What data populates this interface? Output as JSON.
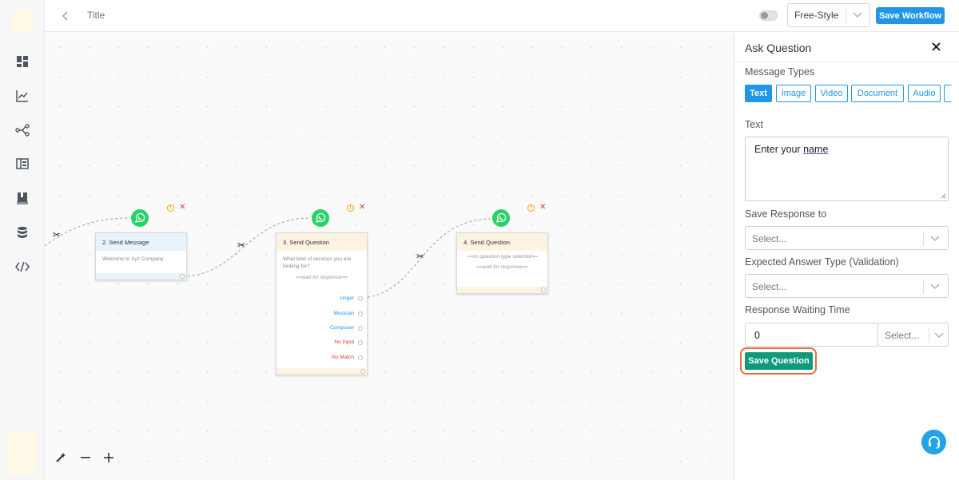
{
  "header": {
    "title": "Title",
    "style_select": "Free-Style",
    "save_workflow": "Save Workflow"
  },
  "sidebar": {
    "items": [
      {
        "icon": "dashboard-icon"
      },
      {
        "icon": "analytics-icon"
      },
      {
        "icon": "workflow-icon"
      },
      {
        "icon": "layout-icon"
      },
      {
        "icon": "book-icon"
      },
      {
        "icon": "database-icon"
      },
      {
        "icon": "code-icon"
      }
    ]
  },
  "canvas": {
    "nodes": [
      {
        "title": "2. Send Message",
        "body": "Welcome to Xyz Company",
        "header_color": "#e8f3fb"
      },
      {
        "title": "3. Send Question",
        "body": "What kind of services you are looking for?",
        "wait": "==wait for response==",
        "options": [
          {
            "label": "singer",
            "color": "#2196e8"
          },
          {
            "label": "Musician",
            "color": "#2196e8"
          },
          {
            "label": "Composer",
            "color": "#2196e8"
          },
          {
            "label": "No Input",
            "color": "#e53935"
          },
          {
            "label": "No Match",
            "color": "#e53935"
          }
        ],
        "header_color": "#fdf3e1"
      },
      {
        "title": "4. Send Question",
        "body": "==no question type selected==",
        "wait": "==wait for response==",
        "header_color": "#fdf3e1"
      }
    ]
  },
  "panel": {
    "title": "Ask Question",
    "message_types_label": "Message Types",
    "message_types": [
      "Text",
      "Image",
      "Video",
      "Document",
      "Audio"
    ],
    "active_type": "Text",
    "text_label": "Text",
    "text_value_prefix": "Enter your ",
    "text_value_underlined": "name",
    "save_response_label": "Save Response to",
    "save_response_placeholder": "Select...",
    "expected_answer_label": "Expected Answer Type (Validation)",
    "expected_answer_placeholder": "Select...",
    "waiting_time_label": "Response Waiting Time",
    "waiting_time_value": "0",
    "waiting_unit_placeholder": "Select...",
    "save_question": "Save Question"
  },
  "colors": {
    "primary": "#2196e8",
    "save_question": "#0f9b7a",
    "highlight_ring": "#ee6b39",
    "whatsapp": "#25d366"
  }
}
